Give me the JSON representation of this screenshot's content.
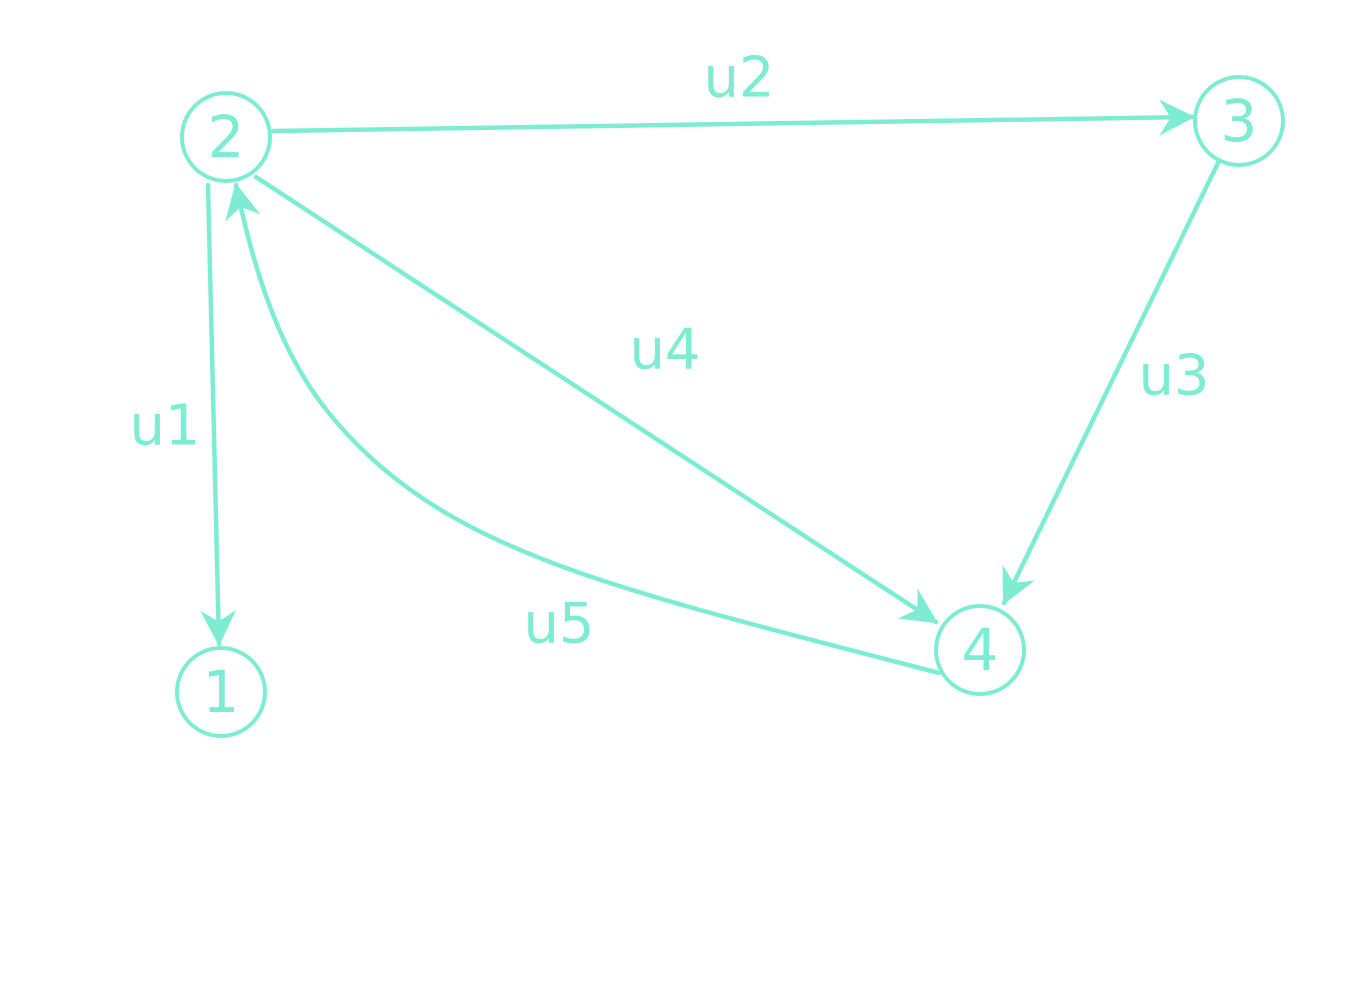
{
  "diagram": {
    "type": "directed-graph",
    "color": "#7eecd3",
    "background": "#ffffff",
    "nodes": [
      {
        "id": "1",
        "label": "1"
      },
      {
        "id": "2",
        "label": "2"
      },
      {
        "id": "3",
        "label": "3"
      },
      {
        "id": "4",
        "label": "4"
      }
    ],
    "edges": [
      {
        "id": "u1",
        "label": "u1",
        "from": "2",
        "to": "1"
      },
      {
        "id": "u2",
        "label": "u2",
        "from": "2",
        "to": "3"
      },
      {
        "id": "u3",
        "label": "u3",
        "from": "3",
        "to": "4"
      },
      {
        "id": "u4",
        "label": "u4",
        "from": "2",
        "to": "4"
      },
      {
        "id": "u5",
        "label": "u5",
        "from": "4",
        "to": "2"
      }
    ]
  }
}
